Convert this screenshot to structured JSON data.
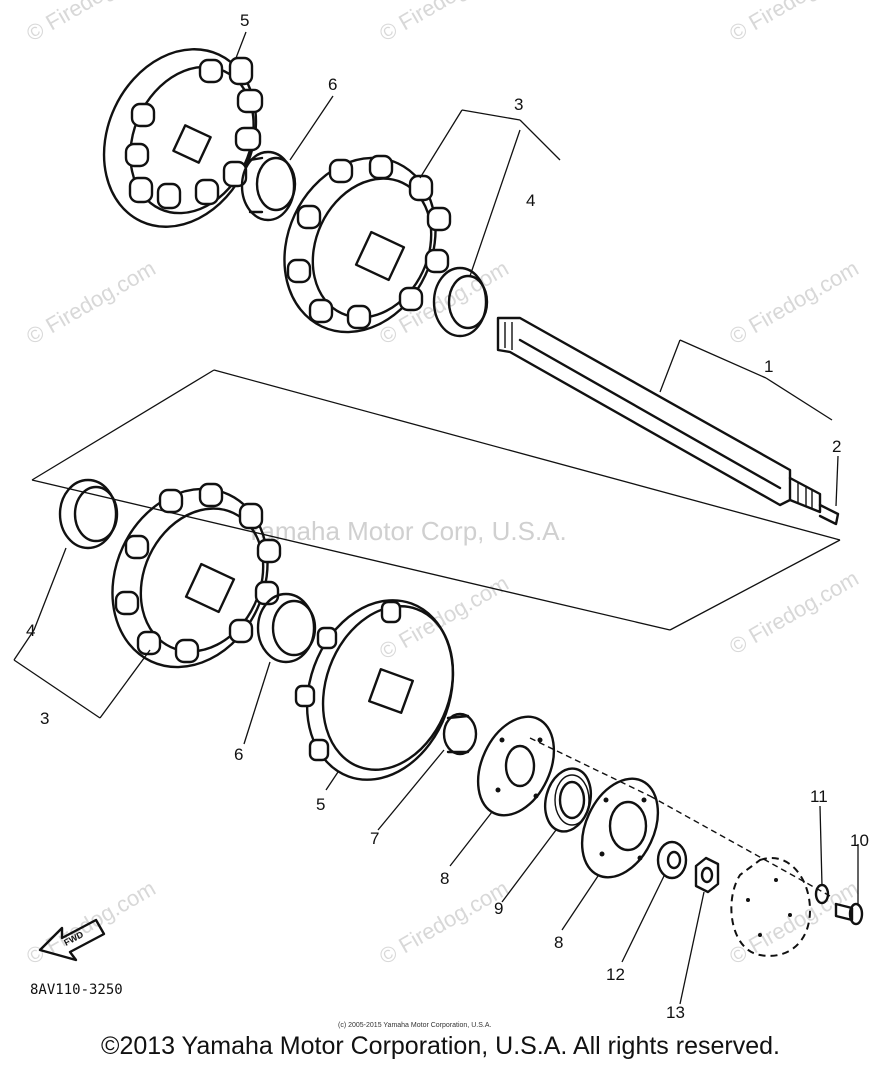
{
  "watermark_site": "© Firedog.com",
  "watermark_brand": "Yamaha Motor Corp, U.S.A.",
  "part_number": "8AV110-3250",
  "fwd_label": "FWD",
  "small_copyright": "(c) 2005-2015 Yamaha Motor Corporation, U.S.A.",
  "footer": "©2013 Yamaha Motor Corporation, U.S.A. All rights reserved.",
  "callouts": {
    "c5_top": "5",
    "c6_top": "6",
    "c3_top": "3",
    "c4_top": "4",
    "c1": "1",
    "c2": "2",
    "c4_left": "4",
    "c3_left": "3",
    "c6_low": "6",
    "c5_low": "5",
    "c7": "7",
    "c8a": "8",
    "c9": "9",
    "c8b": "8",
    "c11": "11",
    "c10": "10",
    "c12": "12",
    "c13": "13"
  }
}
